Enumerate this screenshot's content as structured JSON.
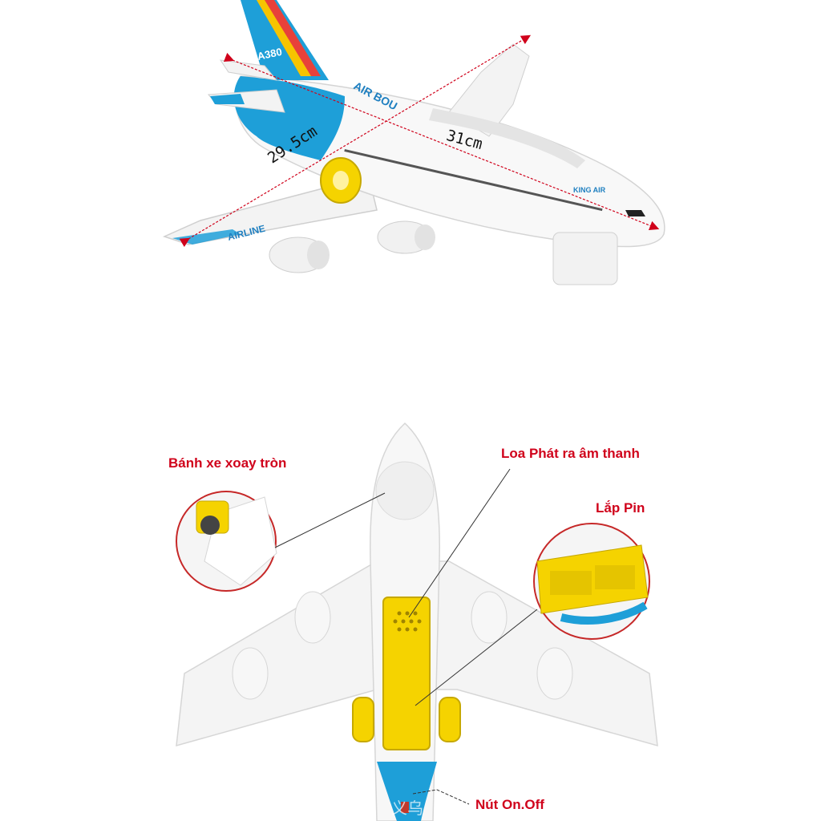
{
  "dimensions": {
    "wingspan_label": "29.5cm",
    "length_label": "31cm"
  },
  "toy_markings": {
    "tail_text": "A380",
    "fuselage_text": "AIR BOU",
    "wing_text": "AIRLINE",
    "nose_logo_text": "KING AIR"
  },
  "callouts": {
    "wheel": "Bánh xe xoay tròn",
    "speaker": "Loa Phát ra âm thanh",
    "battery": "Lắp Pin",
    "switch": "Nút On.Off"
  },
  "watermark": "义乌",
  "colors": {
    "callout_text": "#d0021b",
    "arrow_red": "#d0021b",
    "livery_blue": "#1e9fd8",
    "toy_yellow": "#f5d300",
    "toy_white": "#f6f6f6"
  }
}
